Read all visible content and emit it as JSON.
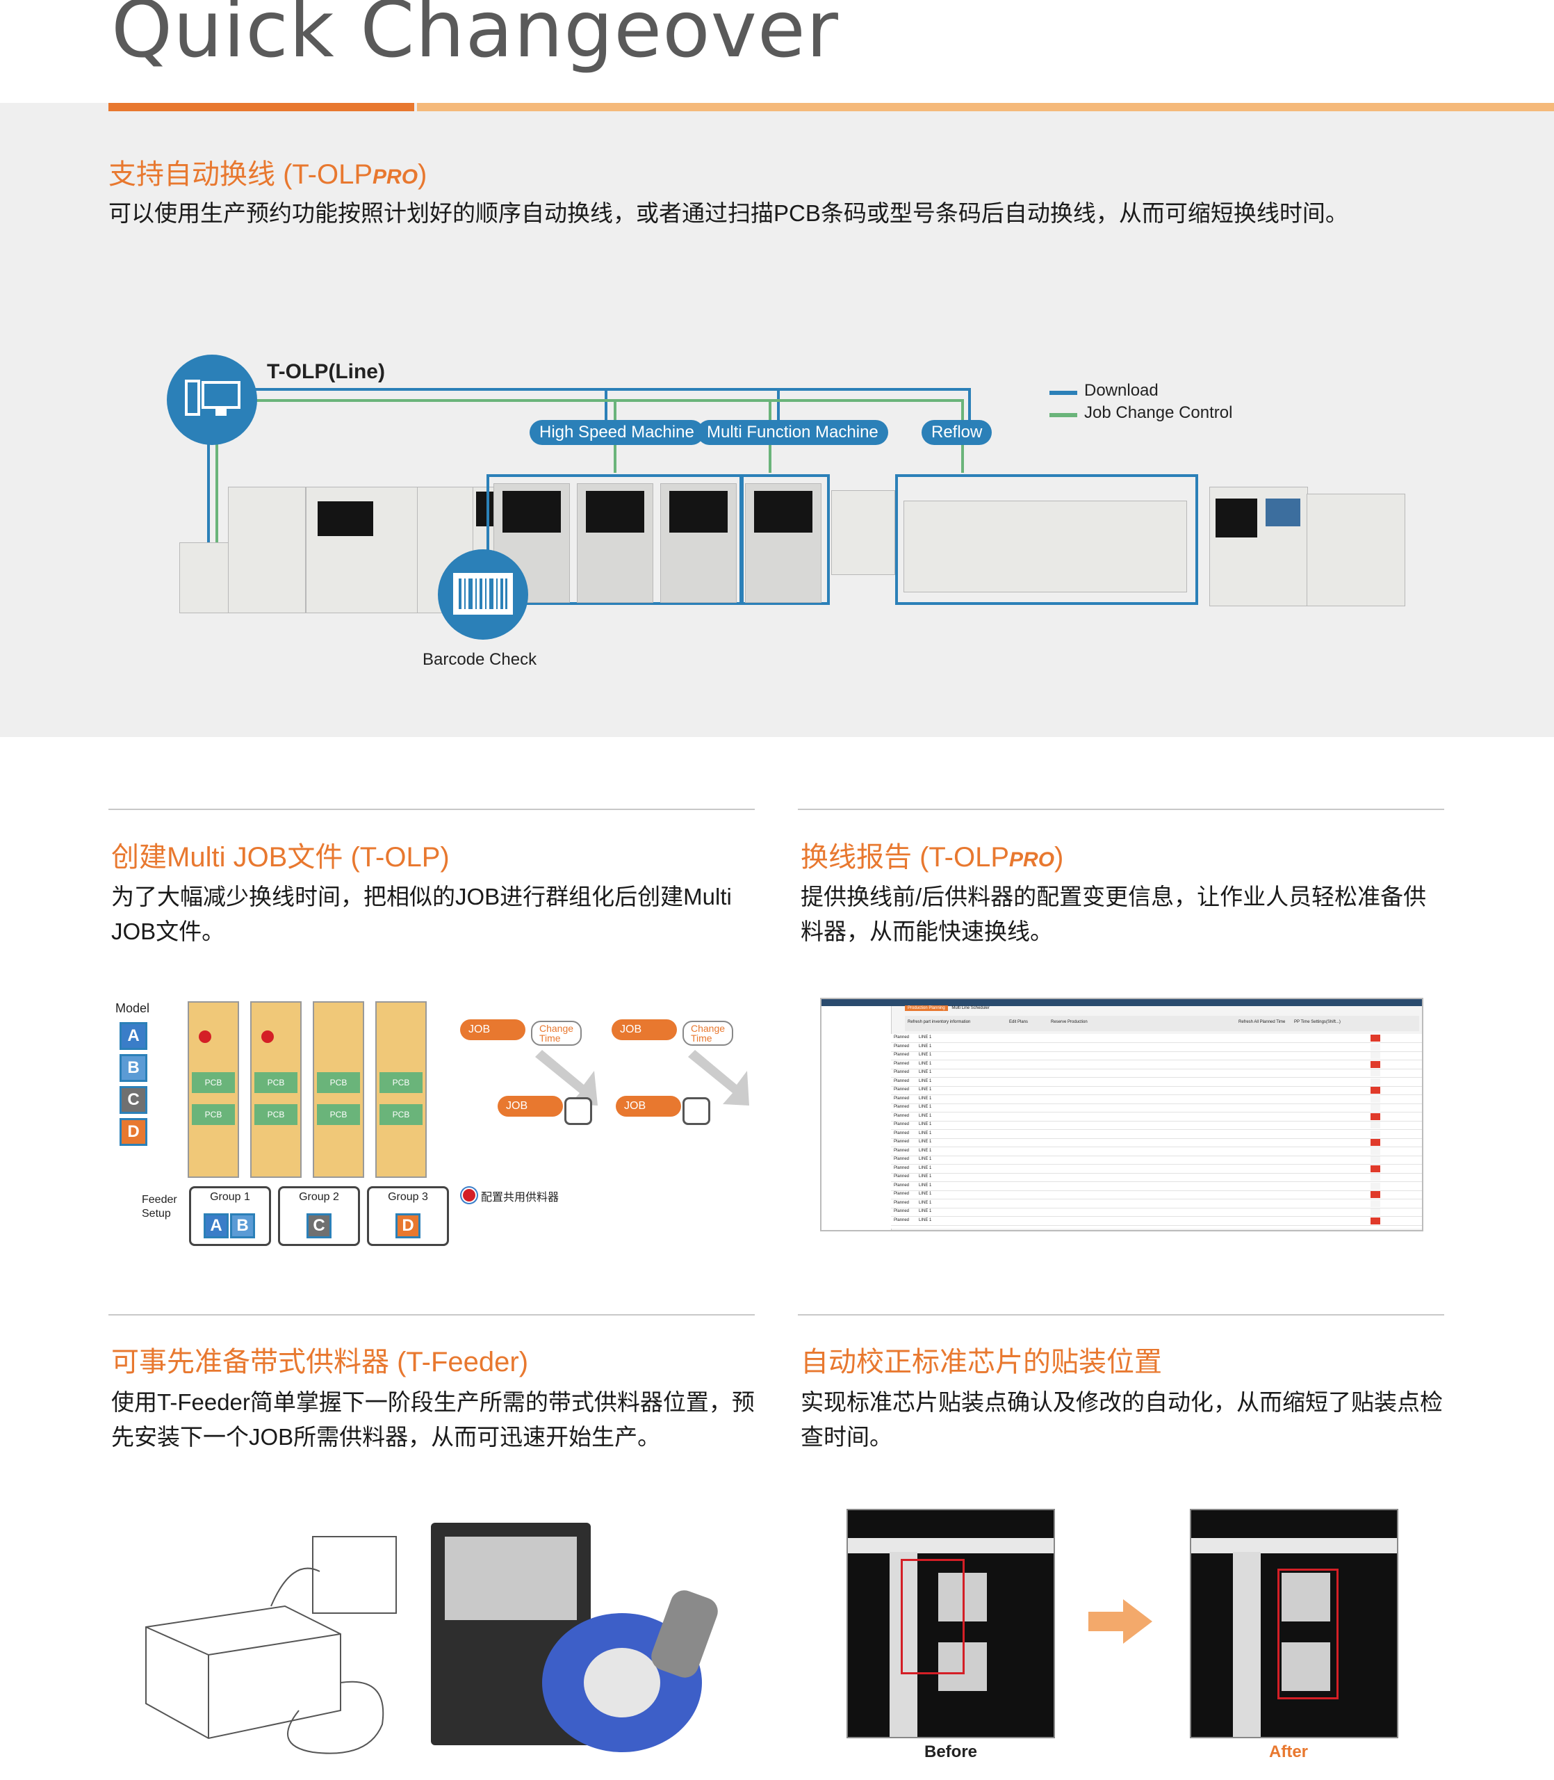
{
  "page": {
    "title": "Quick Changeover",
    "colors": {
      "accent": "#e8782f",
      "accent_light": "#f5b97a",
      "blue": "#2b80b8",
      "green": "#6ab47a",
      "band_bg": "#efefef"
    }
  },
  "section1": {
    "heading": "支持自动换线 (T-OLP",
    "heading_pro": "PRO",
    "heading_close": ")",
    "body": "可以使用生产预约功能按照计划好的顺序自动换线，或者通过扫描PCB条码或型号条码后自动换线，从而可缩短换线时间。",
    "diagram": {
      "server_label": "T-OLP(Line)",
      "pills": [
        "High Speed Machine",
        "Multi Function Machine",
        "Reflow"
      ],
      "legend": [
        {
          "label": "Download",
          "color": "#2b80b8"
        },
        {
          "label": "Job Change Control",
          "color": "#6ab47a"
        }
      ],
      "barcode_label": "Barcode Check",
      "icons": [
        "computer-icon",
        "barcode-icon"
      ]
    }
  },
  "section2": {
    "heading": "创建Multi JOB文件 (T-OLP)",
    "body": "为了大幅减少换线时间，把相似的JOB进行群组化后创建Multi JOB文件。",
    "diagram": {
      "model_label": "Model",
      "models": [
        "A",
        "B",
        "C",
        "D"
      ],
      "model_colors": [
        "#3a7dc8",
        "#5b9bd5",
        "#707070",
        "#e8782f"
      ],
      "pcb_label": "PCB",
      "feeder_setup_label": "Feeder\nSetup",
      "groups": [
        {
          "name": "Group 1",
          "models": [
            "A",
            "B"
          ]
        },
        {
          "name": "Group 2",
          "models": [
            "C"
          ]
        },
        {
          "name": "Group 3",
          "models": [
            "D"
          ]
        }
      ],
      "job_label": "JOB",
      "change_time_label": "Change\nTime",
      "shared_feeder_label": "配置共用供料器"
    }
  },
  "section3": {
    "heading": "换线报告 (T-OLP",
    "heading_pro": "PRO",
    "heading_close": ")",
    "body": "提供换线前/后供料器的配置变更信息，让作业人员轻松准备供料器，从而能快速换线。",
    "screenshot": {
      "tabs": [
        "Production Planning",
        "Multi Line Scheduler"
      ],
      "buttons": [
        "Refresh part inventory information",
        "Edit Plans",
        "Reserve Production",
        "Refresh All Planned Time",
        "PP Time Settings(Shift...)"
      ],
      "row_status": "Planned",
      "row_line": "LINE 1",
      "row_count": 22
    }
  },
  "section4": {
    "heading": "可事先准备带式供料器 (T-Feeder)",
    "body": "使用T-Feeder简单掌握下一阶段生产所需的带式供料器位置，预先安装下一个JOB所需供料器，从而可迅速开始生产。"
  },
  "section5": {
    "heading": "自动校正标准芯片的贴装位置",
    "body": "实现标准芯片贴装点确认及修改的自动化，从而缩短了贴装点检查时间。",
    "before_label": "Before",
    "after_label": "After"
  }
}
